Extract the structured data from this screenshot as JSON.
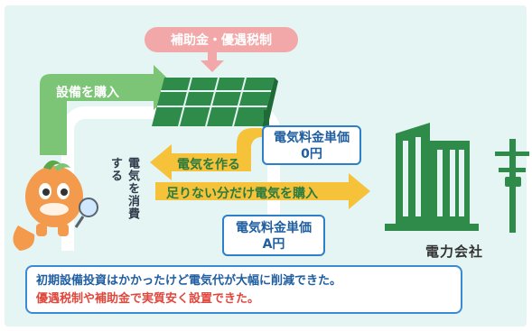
{
  "subsidy_badge": "補助金・優遇税制",
  "purchase_label": "設備を購入",
  "generate_label": "電気を作る",
  "buy_shortage_label": "足りない分だけ電気を購入",
  "consume_label": "電気を消費する",
  "self_price": {
    "title": "電気料金単価",
    "value": "0円"
  },
  "grid_price": {
    "title": "電気料金単価",
    "value": "A円"
  },
  "company_label": "電力会社",
  "message": {
    "line1": "初期設備投資はかかったけど電気代が大幅に削減できた。",
    "line2": "優遇税制や補助金で実質安く設置できた。"
  },
  "colors": {
    "panel": "#e4f5f3",
    "green_arrow": "#7cc576",
    "dark_green": "#2e8b4a",
    "yellow_arrow": "#f5c23a",
    "blue_border": "#2d7fc9",
    "accent_red": "#e0473d",
    "badge_pink": "#f2a8a8",
    "mascot_orange": "#f39a4c"
  },
  "icons": [
    "solar-panel-icon",
    "building-icon",
    "utility-pole-icon",
    "mascot-character",
    "magnifier-icon"
  ]
}
